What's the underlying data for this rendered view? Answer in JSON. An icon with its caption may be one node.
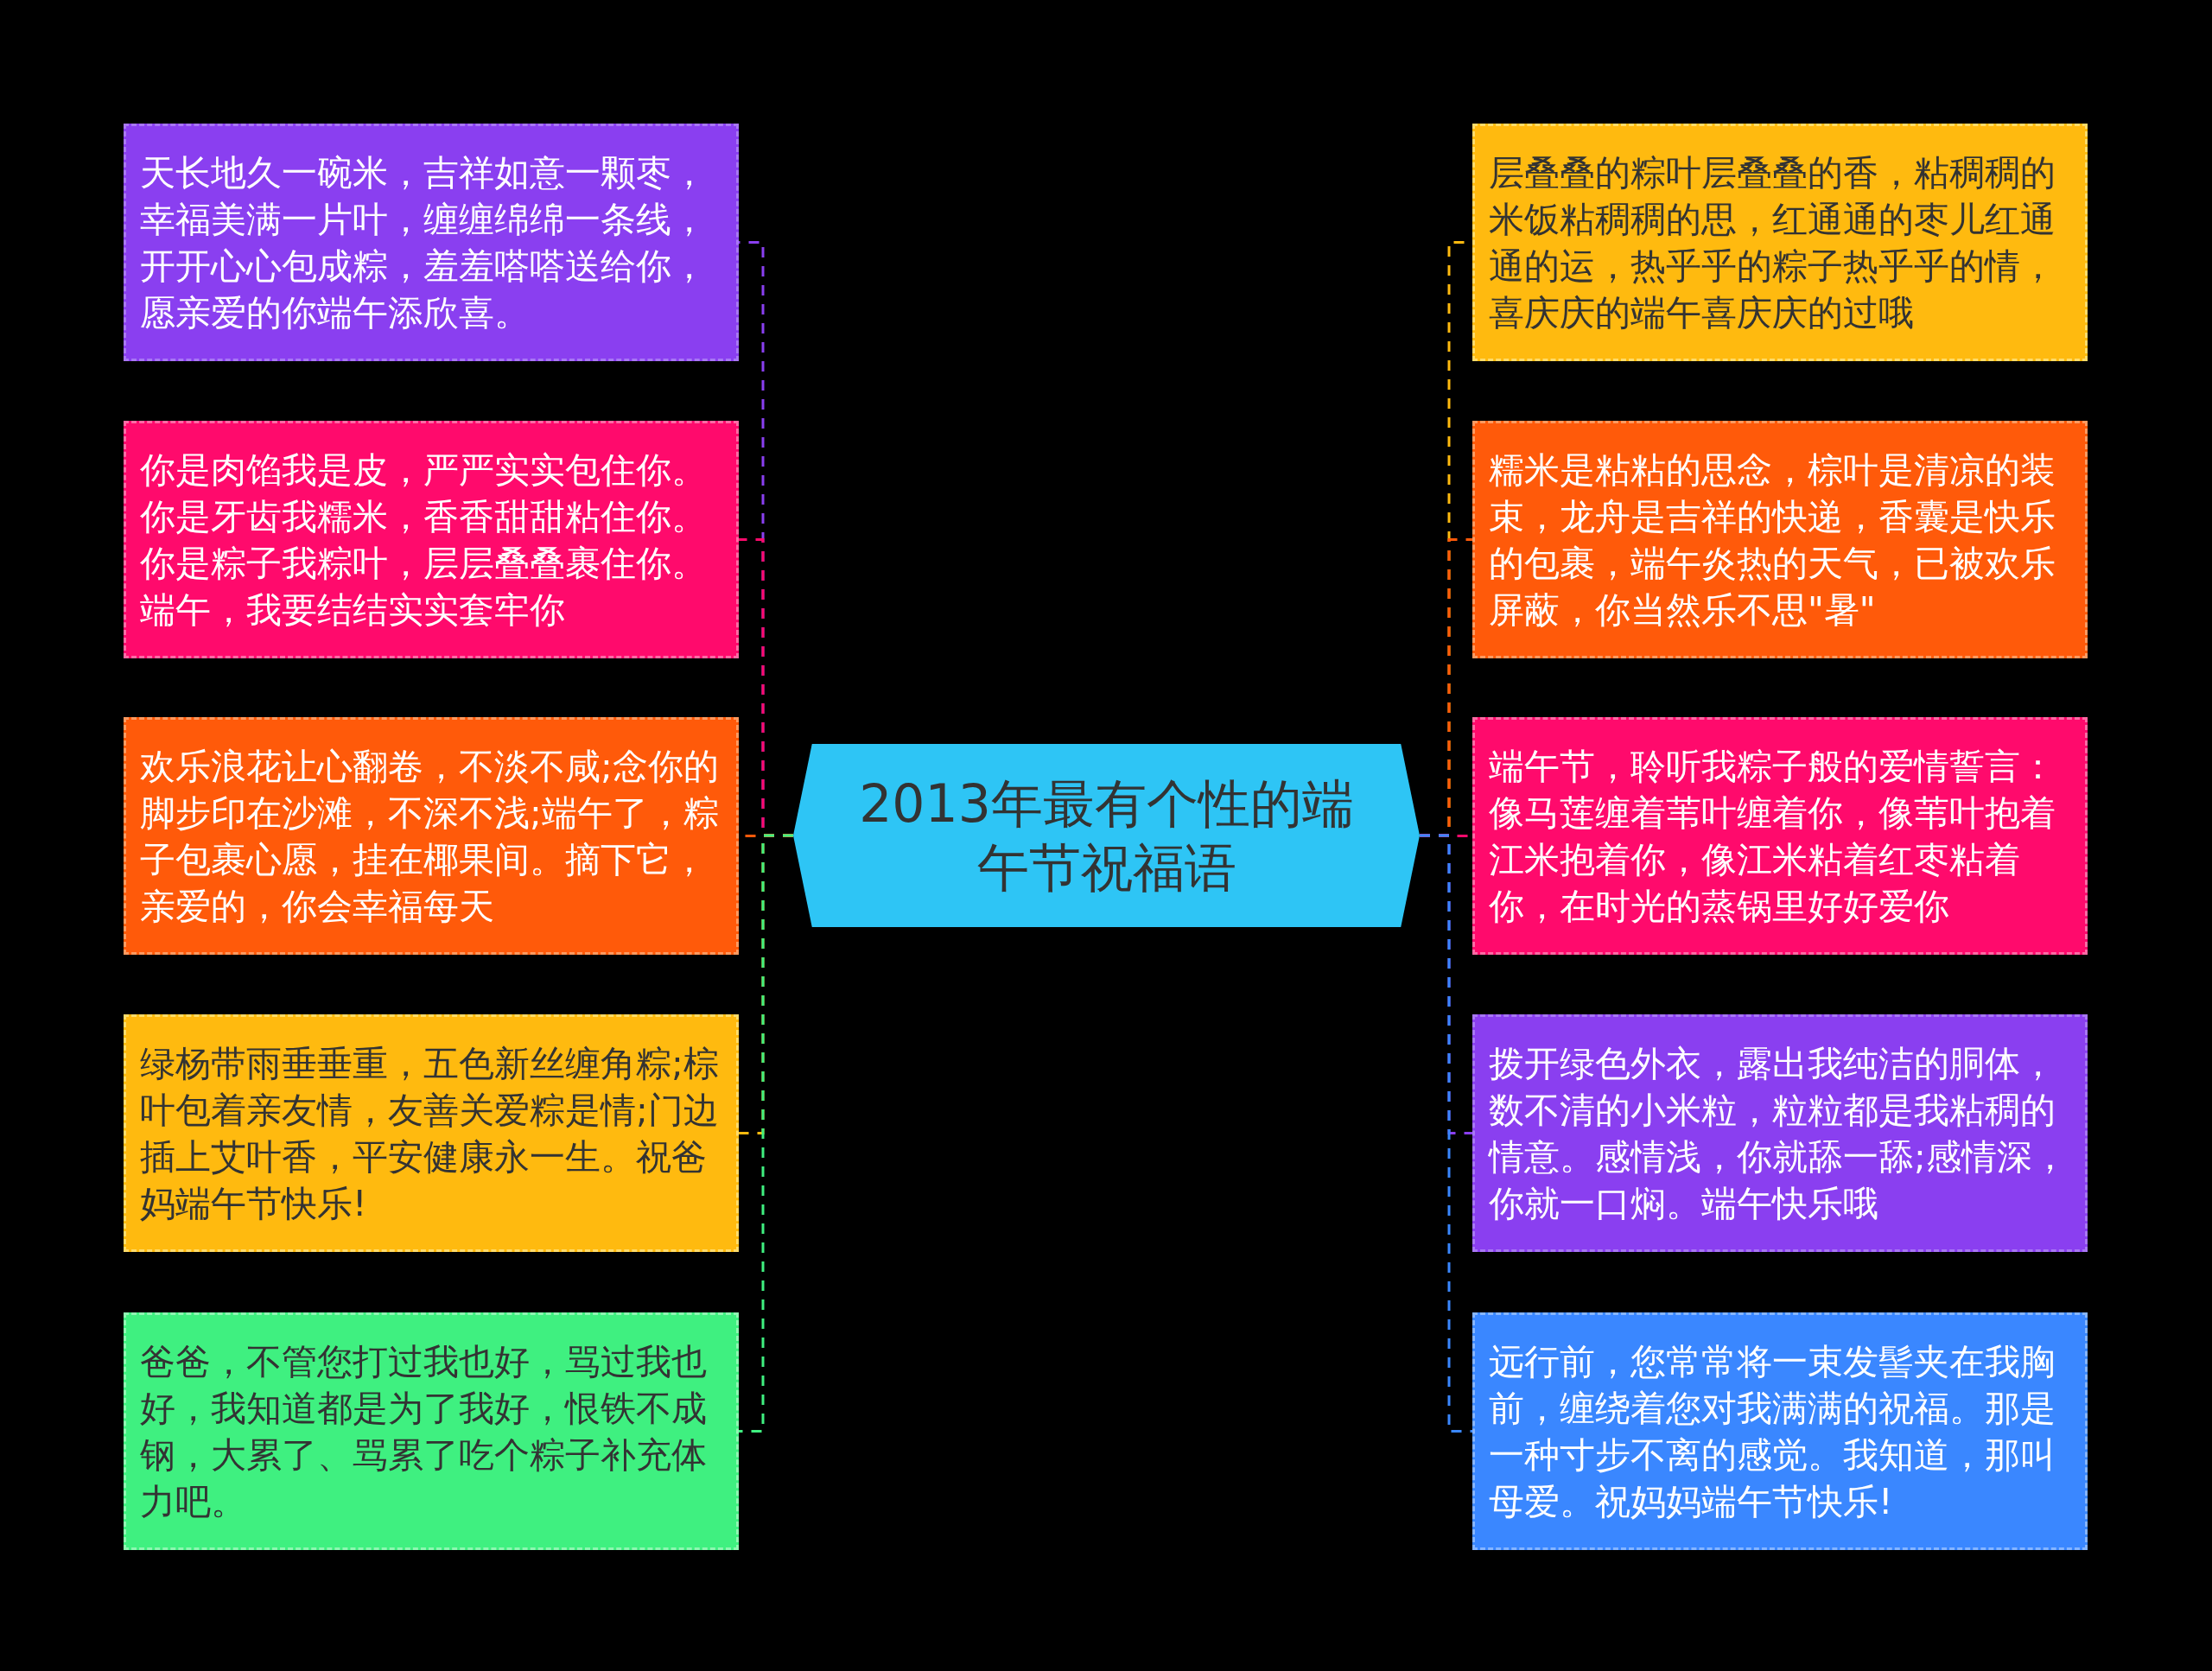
{
  "diagram": {
    "nodes": [
      {
        "text": [
          "2013年最有个性的端午节祝福语"
        ]
      },
      {
        "text": [
          "天长地久一碗米，吉祥如意一颗枣，幸福美满一片叶，缠缠绵绵一条线，开开心心包成粽，羞羞嗒嗒送给你，愿亲爱的你端午添欣喜。"
        ]
      },
      {
        "text": [
          "你是肉馅我是皮，严严实实包住你。你是牙齿我糯米，香香甜甜粘住你。你是粽子我粽叶，层层叠叠裹住你。端午，我要结结实实套牢你"
        ]
      },
      {
        "text": [
          "欢乐浪花让心翻卷，不淡不咸;念你的脚步印在沙滩，不深不浅;端午了，粽子包裹心愿，挂在椰果间。摘下它，亲爱的，你会幸福每天"
        ]
      },
      {
        "text": [
          "绿杨带雨垂垂重，五色新丝缠角粽;棕叶包着亲友情，友善关爱粽是情;门边插上艾叶香，平安健康永一生。祝爸妈端午节快乐!"
        ]
      },
      {
        "text": [
          "爸爸，不管您打过我也好，骂过我也好，我知道都是为了我好，恨铁不成钢，大累了、骂累了吃个粽子补充体力吧。"
        ]
      },
      {
        "text": [
          "层叠叠的粽叶层叠叠的香，粘稠稠的米饭粘稠稠的思，红通通的枣儿红通通的运，热乎乎的粽子热乎乎的情，喜庆庆的端午喜庆庆的过哦"
        ]
      },
      {
        "text": [
          "糯米是粘粘的思念，棕叶是清凉的装束，龙舟是吉祥的快递，香囊是快乐的包裹，端午炎热的天气，已被欢乐屏蔽，你当然乐不思\"暑\""
        ]
      },
      {
        "text": [
          "端午节，聆听我粽子般的爱情誓言：像马莲缠着苇叶缠着你，像苇叶抱着江米抱着你，像江米粘着红枣粘着你，在时光的蒸锅里好好爱你"
        ]
      },
      {
        "text": [
          "拨开绿色外衣，露出我纯洁的胴体，数不清的小米粒，粒粒都是我粘稠的情意。感情浅，你就舔一舔;感情深，你就一口焖。端午快乐哦"
        ]
      },
      {
        "text": [
          "远行前，您常常将一束发髻夹在我胸前，缠绕着您对我满满的祝福。那是一种寸步不离的感觉。我知道，那叫母爱。祝妈妈端午节快乐!"
        ]
      }
    ],
    "edges": [
      {
        "from": 0,
        "to": 1,
        "arrow": "none",
        "style": "dashed",
        "color": "#8a3ff0"
      },
      {
        "from": 0,
        "to": 2,
        "arrow": "none",
        "style": "dashed",
        "color": "#ff0a6c"
      },
      {
        "from": 0,
        "to": 3,
        "arrow": "none",
        "style": "dashed",
        "color": "#ff5a0a"
      },
      {
        "from": 0,
        "to": 4,
        "arrow": "none",
        "style": "dashed",
        "color": "#ffba0f"
      },
      {
        "from": 0,
        "to": 5,
        "arrow": "none",
        "style": "dashed",
        "color": "#3ff080"
      },
      {
        "from": 0,
        "to": 6,
        "arrow": "none",
        "style": "dashed",
        "color": "#ffba0f"
      },
      {
        "from": 0,
        "to": 7,
        "arrow": "none",
        "style": "dashed",
        "color": "#ff5a0a"
      },
      {
        "from": 0,
        "to": 8,
        "arrow": "none",
        "style": "dashed",
        "color": "#ff0a6c"
      },
      {
        "from": 0,
        "to": 9,
        "arrow": "none",
        "style": "dashed",
        "color": "#8a3ff0"
      },
      {
        "from": 0,
        "to": 10,
        "arrow": "none",
        "style": "dashed",
        "color": "#3a87ff"
      }
    ]
  }
}
